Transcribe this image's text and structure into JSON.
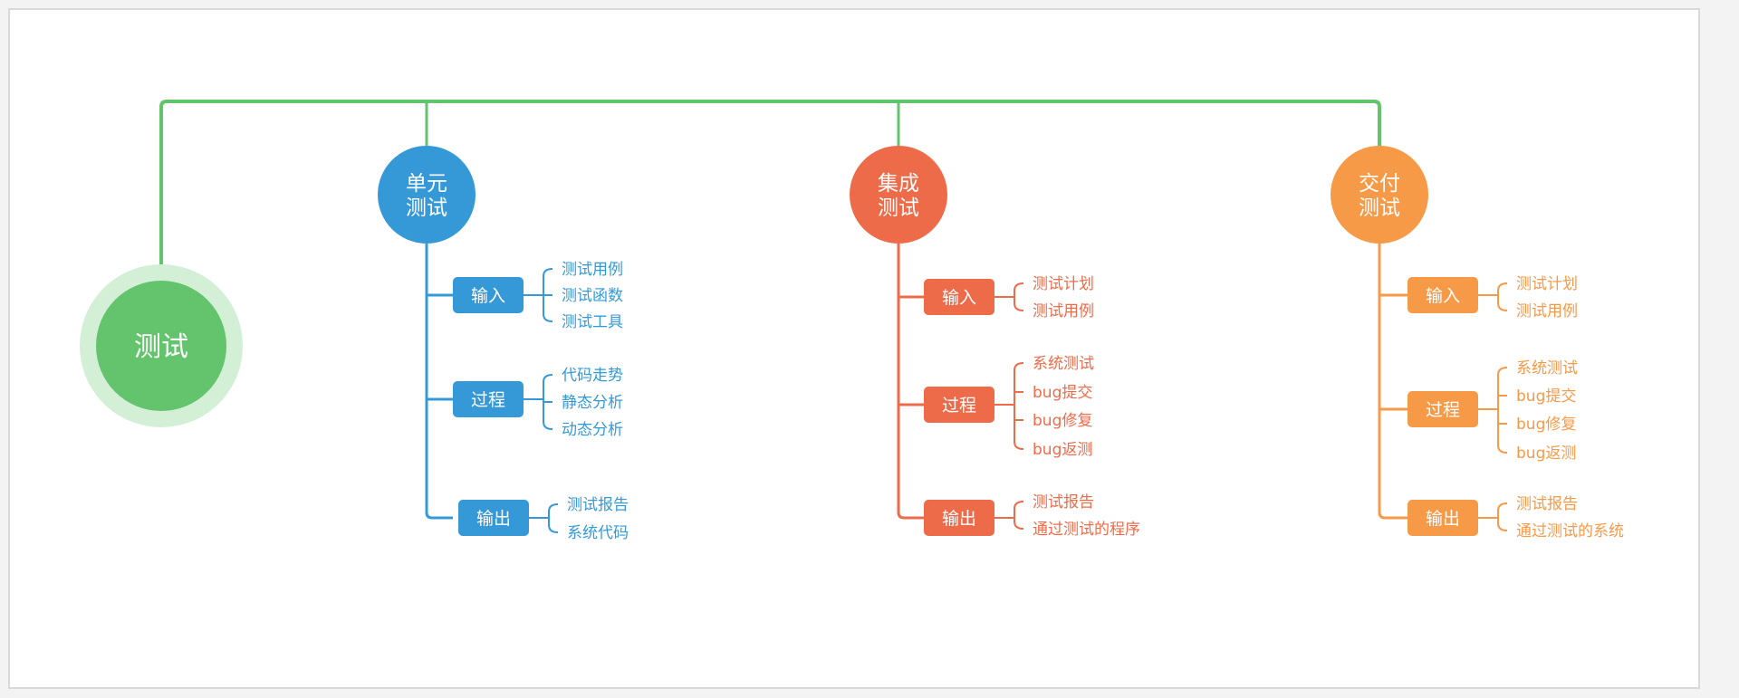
{
  "colors": {
    "root": "#63c46d",
    "root_halo": "#d3efd6",
    "trunk": "#63c46d",
    "unit": "#3599d8",
    "integration": "#ee6b4a",
    "delivery": "#f79a48",
    "white": "#ffffff"
  },
  "diagram": {
    "root": {
      "label": "测试"
    },
    "branches": [
      {
        "id": "unit",
        "color_key": "unit",
        "label_lines": [
          "单元",
          "测试"
        ],
        "stages": [
          {
            "label": "输入",
            "items": [
              "测试用例",
              "测试函数",
              "测试工具"
            ]
          },
          {
            "label": "过程",
            "items": [
              "代码走势",
              "静态分析",
              "动态分析"
            ]
          },
          {
            "label": "输出",
            "items": [
              "测试报告",
              "系统代码"
            ]
          }
        ]
      },
      {
        "id": "integration",
        "color_key": "integration",
        "label_lines": [
          "集成",
          "测试"
        ],
        "stages": [
          {
            "label": "输入",
            "items": [
              "测试计划",
              "测试用例"
            ]
          },
          {
            "label": "过程",
            "items": [
              "系统测试",
              "bug提交",
              "bug修复",
              "bug返测"
            ]
          },
          {
            "label": "输出",
            "items": [
              "测试报告",
              "通过测试的程序"
            ]
          }
        ]
      },
      {
        "id": "delivery",
        "color_key": "delivery",
        "label_lines": [
          "交付",
          "测试"
        ],
        "stages": [
          {
            "label": "输入",
            "items": [
              "测试计划",
              "测试用例"
            ]
          },
          {
            "label": "过程",
            "items": [
              "系统测试",
              "bug提交",
              "bug修复",
              "bug返测"
            ]
          },
          {
            "label": "输出",
            "items": [
              "测试报告",
              "通过测试的系统"
            ]
          }
        ]
      }
    ]
  }
}
